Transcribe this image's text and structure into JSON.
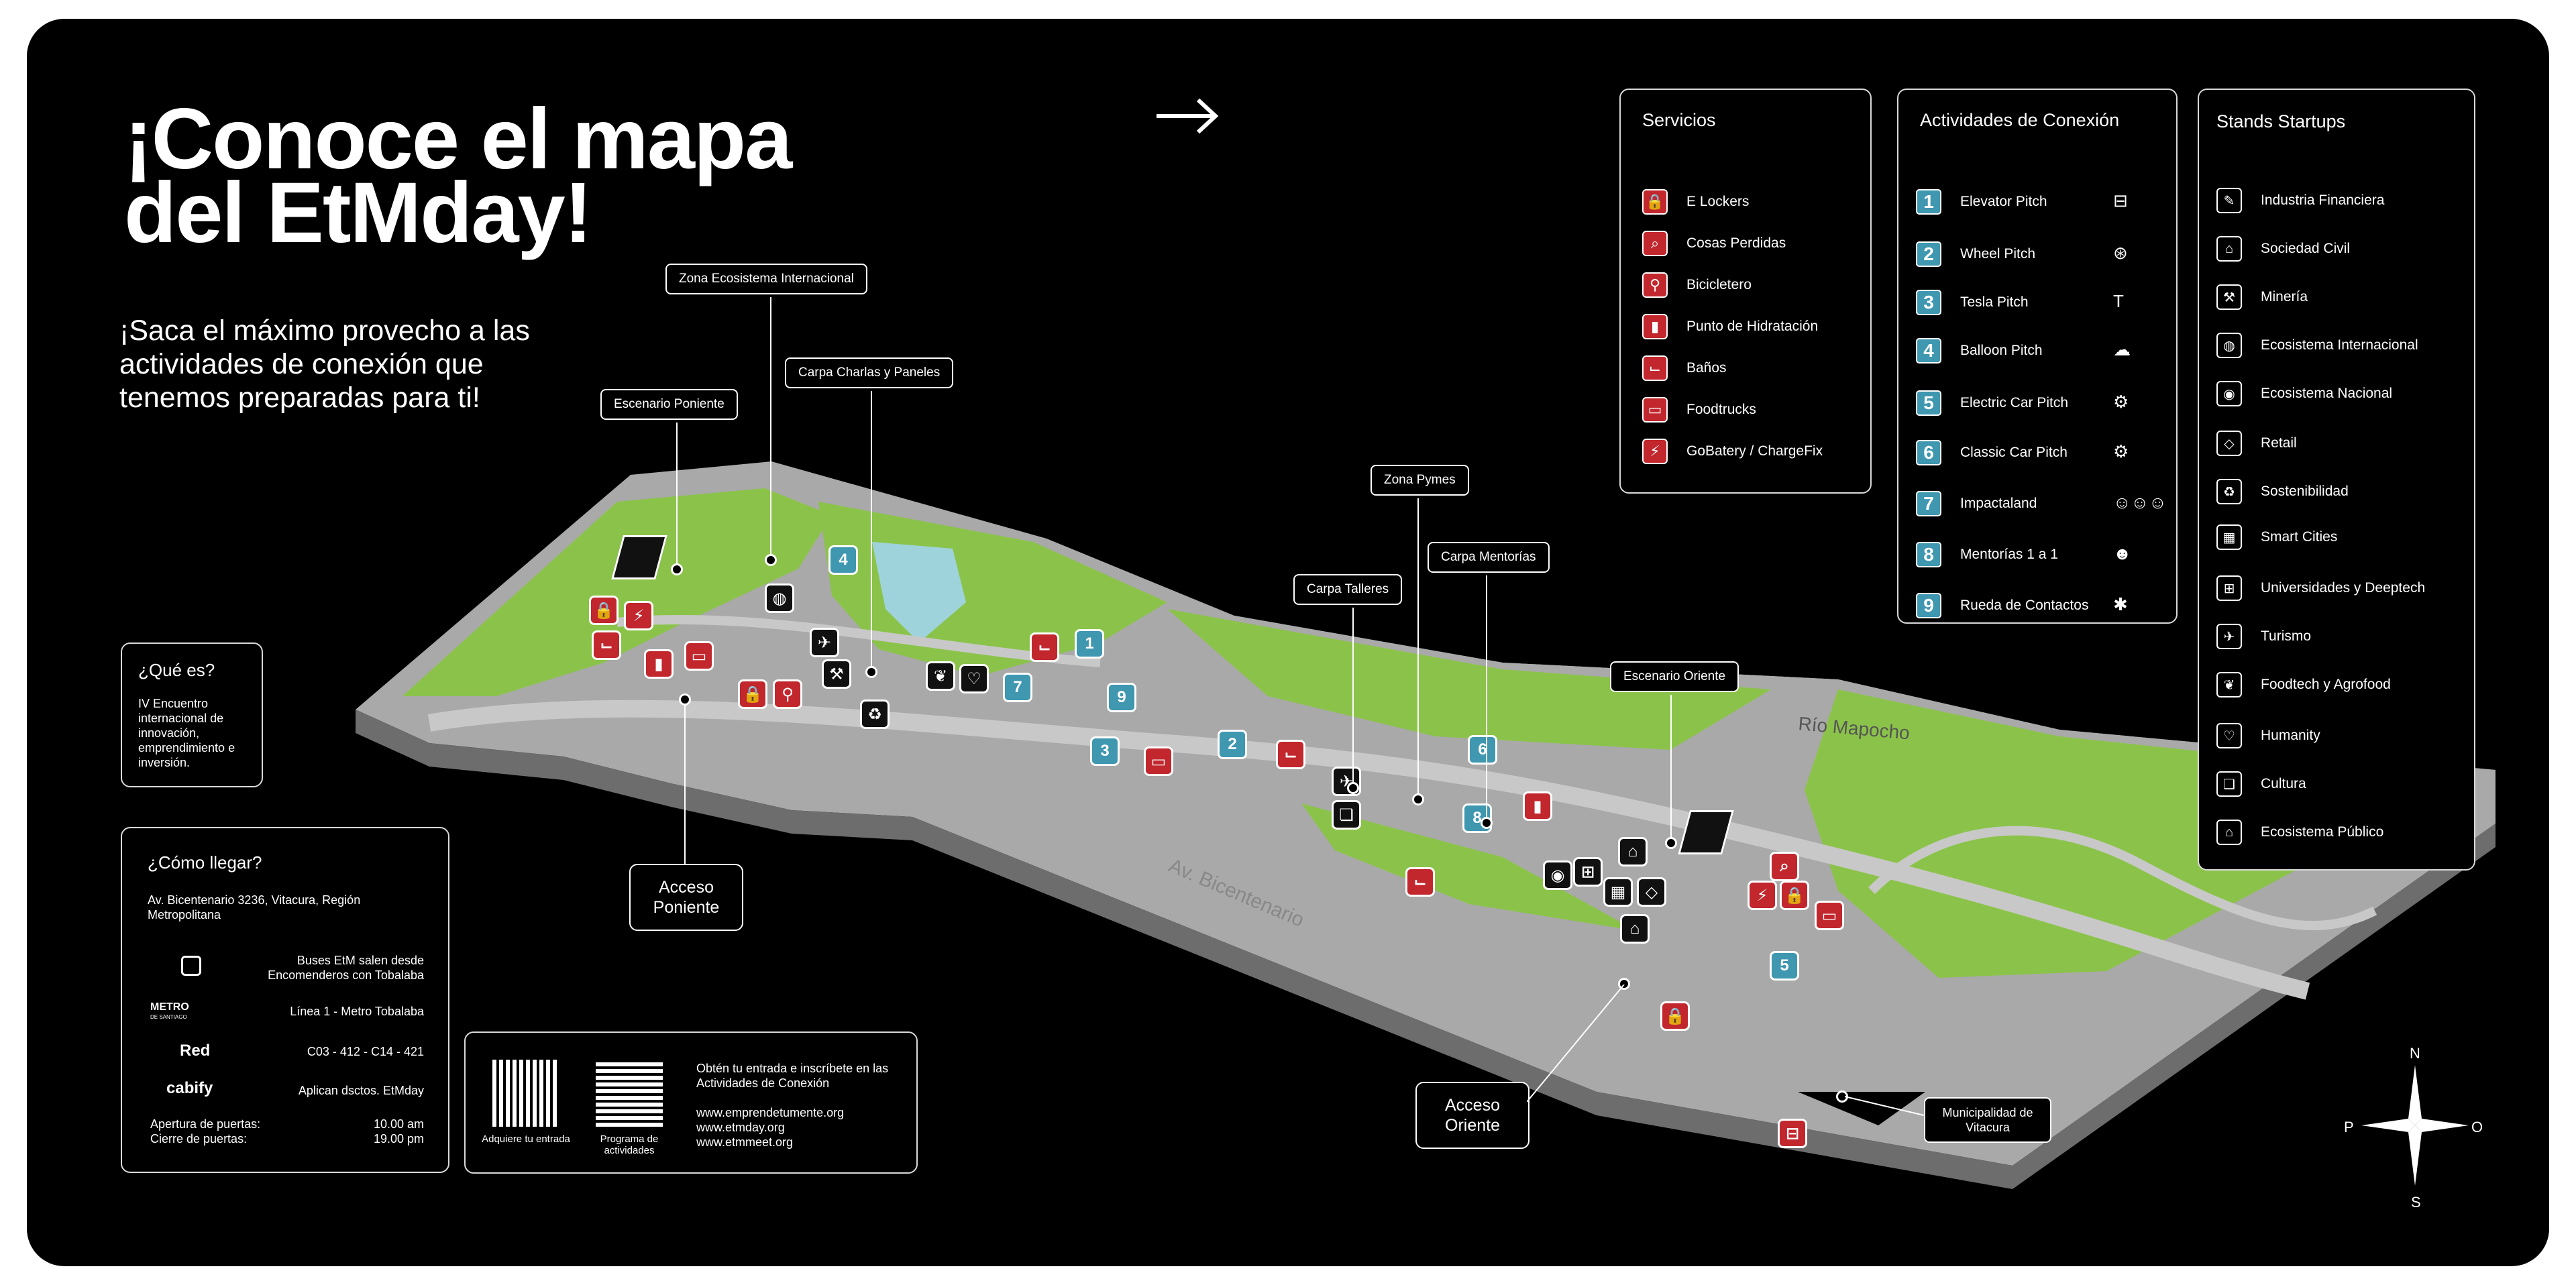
{
  "title": {
    "line1": "¡Conoce el mapa",
    "line2": "del EtMday!"
  },
  "subtitle": "¡Saca el máximo provecho a las actividades de conexión que tenemos preparadas para ti!",
  "que_es": {
    "heading": "¿Qué es?",
    "body": "IV Encuentro internacional de innovación, emprendimiento e inversión."
  },
  "como_llegar": {
    "heading": "¿Cómo llegar?",
    "address": "Av. Bicentenario 3236, Vitacura, Región Metropolitana",
    "bus_text": "Buses EtM salen desde Encomenderos con Tobalaba",
    "metro_logo": "METRO",
    "metro_sub": "DE SANTIAGO",
    "metro_text": "Línea 1 - Metro Tobalaba",
    "red_logo": "Red",
    "red_text": "C03 - 412 - C14 - 421",
    "cabify_logo": "cabify",
    "cabify_text": "Aplican dsctos. EtMday",
    "open_label": "Apertura de puertas:",
    "open_time": "10.00 am",
    "close_label": "Cierre de puertas:",
    "close_time": "19.00 pm"
  },
  "qr_panel": {
    "qr1_caption": "Adquiere tu entrada",
    "qr2_caption": "Programa de actividades",
    "text": "Obtén tu entrada e inscríbete en las Actividades de Conexión",
    "url1": "www.emprendetumente.org",
    "url2": "www.etmday.org",
    "url3": "www.etmmeet.org"
  },
  "servicios": {
    "heading": "Servicios",
    "items": [
      {
        "label": "E Lockers",
        "icon": "lock-icon",
        "glyph": "🔒"
      },
      {
        "label": "Cosas Perdidas",
        "icon": "magnifier-icon",
        "glyph": "⌕"
      },
      {
        "label": "Bicicletero",
        "icon": "bicycle-icon",
        "glyph": "⚲"
      },
      {
        "label": "Punto de Hidratación",
        "icon": "bottle-icon",
        "glyph": "▮"
      },
      {
        "label": "Baños",
        "icon": "toilet-icon",
        "glyph": "⌙"
      },
      {
        "label": "Foodtrucks",
        "icon": "foodtruck-icon",
        "glyph": "▭"
      },
      {
        "label": "GoBatery / ChargeFix",
        "icon": "lightning-icon",
        "glyph": "⚡"
      }
    ]
  },
  "actividades": {
    "heading": "Actividades de Conexión",
    "items": [
      {
        "num": "1",
        "label": "Elevator Pitch",
        "icon": "elevator-icon",
        "glyph": "⊟"
      },
      {
        "num": "2",
        "label": "Wheel Pitch",
        "icon": "wheel-icon",
        "glyph": "⊛"
      },
      {
        "num": "3",
        "label": "Tesla Pitch",
        "icon": "tesla-icon",
        "glyph": "T"
      },
      {
        "num": "4",
        "label": "Balloon Pitch",
        "icon": "balloon-icon",
        "glyph": "☁"
      },
      {
        "num": "5",
        "label": "Electric Car Pitch",
        "icon": "electric-car-icon",
        "glyph": "⚙"
      },
      {
        "num": "6",
        "label": "Classic Car Pitch",
        "icon": "classic-car-icon",
        "glyph": "⚙"
      },
      {
        "num": "7",
        "label": "Impactaland",
        "icon": "people-icon",
        "glyph": "☺☺☺"
      },
      {
        "num": "8",
        "label": "Mentorías 1 a 1",
        "icon": "mentor-icon",
        "glyph": "☻"
      },
      {
        "num": "9",
        "label": "Rueda de Contactos",
        "icon": "network-icon",
        "glyph": "✱"
      }
    ]
  },
  "stands": {
    "heading": "Stands Startups",
    "items": [
      {
        "label": "Industria Financiera",
        "icon": "finance-icon",
        "glyph": "✎"
      },
      {
        "label": "Sociedad Civil",
        "icon": "civil-society-icon",
        "glyph": "⌂"
      },
      {
        "label": "Minería",
        "icon": "mining-icon",
        "glyph": "⚒"
      },
      {
        "label": "Ecosistema Internacional",
        "icon": "globe-icon",
        "glyph": "◍"
      },
      {
        "label": "Ecosistema Nacional",
        "icon": "pin-icon",
        "glyph": "◉"
      },
      {
        "label": "Retail",
        "icon": "tag-icon",
        "glyph": "◇"
      },
      {
        "label": "Sostenibilidad",
        "icon": "recycle-icon",
        "glyph": "♻"
      },
      {
        "label": "Smart Cities",
        "icon": "city-icon",
        "glyph": "▦"
      },
      {
        "label": "Universidades y Deeptech",
        "icon": "university-icon",
        "glyph": "⊞"
      },
      {
        "label": "Turismo",
        "icon": "plane-icon",
        "glyph": "✈"
      },
      {
        "label": "Foodtech y Agrofood",
        "icon": "apple-icon",
        "glyph": "❦"
      },
      {
        "label": "Humanity",
        "icon": "heart-icon",
        "glyph": "♡"
      },
      {
        "label": "Cultura",
        "icon": "book-icon",
        "glyph": "❏"
      },
      {
        "label": "Ecosistema Público",
        "icon": "government-icon",
        "glyph": "⌂"
      }
    ]
  },
  "map_labels": {
    "zona_internacional": "Zona Ecosistema Internacional",
    "escenario_poniente": "Escenario Poniente",
    "carpa_charlas": "Carpa Charlas y Paneles",
    "zona_pymes": "Zona Pymes",
    "carpa_mentorias": "Carpa Mentorías",
    "carpa_talleres": "Carpa Talleres",
    "escenario_oriente": "Escenario Oriente",
    "acceso_poniente": "Acceso Poniente",
    "acceso_oriente": "Acceso Oriente",
    "municipalidad": "Municipalidad de Vitacura",
    "rio": "Río Mapocho",
    "avenida": "Av. Bicentenario"
  },
  "compass": {
    "n": "N",
    "s": "S",
    "p": "P",
    "o": "O"
  },
  "colors": {
    "grass": "#8bc34a",
    "path": "#b3b3b3",
    "river": "#9fd3dc",
    "service_red": "#c1272d",
    "activity_blue": "#3f97b0"
  }
}
